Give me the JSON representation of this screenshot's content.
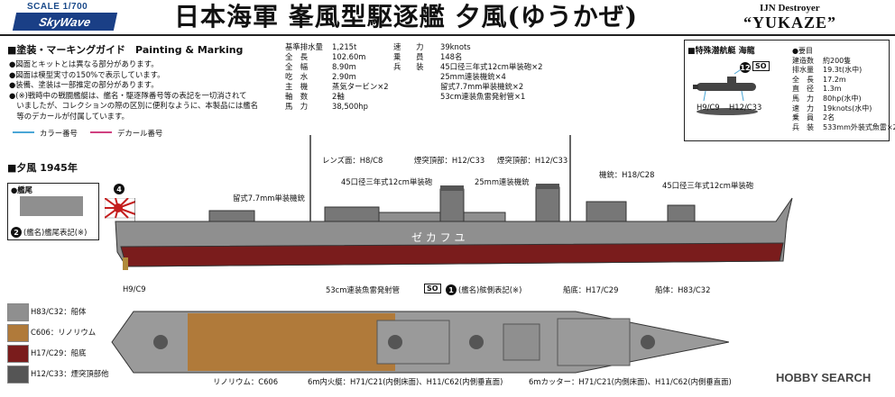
{
  "header": {
    "scale": "SCALE 1/700",
    "brand": "SkyWave",
    "title": "日本海軍 峯風型駆逐艦 夕風(ゆうかぜ)",
    "subtitle_en": "IJN Destroyer",
    "ship_en": "“YUKAZE”"
  },
  "painting_section": {
    "heading": "■塗装・マーキングガイド　Painting & Marking",
    "notes": [
      "●図面とキットとは異なる部分があります。",
      "●図面は模型実寸の150%で表示しています。",
      "●装備、塗装は一部推定の部分があります。",
      "●(※)戦時中の戦闘艦艇は、艦名・駆逐隊番号等の表記を一切消されて",
      "　いましたが、コレクションの際の区別に便利なように、本製品には艦名",
      "　等のデカールが付属しています。"
    ],
    "legend_color": "カラー番号",
    "legend_decal": "デカール番号"
  },
  "specs_left": [
    {
      "k": "基準排水量",
      "v": "1,215t"
    },
    {
      "k": "全　長",
      "v": "102.60m"
    },
    {
      "k": "全　幅",
      "v": "8.90m"
    },
    {
      "k": "吃　水",
      "v": "2.90m"
    },
    {
      "k": "主　機",
      "v": "蒸気タービン×2"
    },
    {
      "k": "軸　数",
      "v": "2軸"
    },
    {
      "k": "馬　力",
      "v": "38,500hp"
    }
  ],
  "specs_right": [
    {
      "k": "速　　力",
      "v": "39knots"
    },
    {
      "k": "乗　　員",
      "v": "148名"
    },
    {
      "k": "兵　　装",
      "v": "45口径三年式12cm単装砲×2"
    },
    {
      "k": "",
      "v": "25mm連装機銃×4"
    },
    {
      "k": "",
      "v": "留式7.7mm単装機銃×2"
    },
    {
      "k": "",
      "v": "53cm連装魚雷発射管×1"
    }
  ],
  "subsection": {
    "title": "■特殊潜航艇 海龍",
    "spec_heading": "●要目",
    "specs": [
      {
        "k": "建造数",
        "v": "約200隻"
      },
      {
        "k": "排水量",
        "v": "19.3t(水中)"
      },
      {
        "k": "全　長",
        "v": "17.2m"
      },
      {
        "k": "直　径",
        "v": "1.3m"
      },
      {
        "k": "馬　力",
        "v": "80hp(水中)"
      },
      {
        "k": "速　力",
        "v": "19knots(水中)"
      },
      {
        "k": "乗　員",
        "v": "2名"
      },
      {
        "k": "兵　装",
        "v": "533mm外装式魚雷×2"
      }
    ],
    "decal_num": "12",
    "so_label": "SO",
    "label_h9": "H9/C9",
    "label_h12": "H12/C33"
  },
  "ship_section": {
    "heading": "■夕風 1945年",
    "stern_box_title": "●艦尾",
    "stern_caption": "(艦名)艦尾表記(※)",
    "stern_marker": "2",
    "flag_marker": "4",
    "hull_name": "ゼ カ フ ユ"
  },
  "callouts": {
    "lens": "レンズ面：H8/C8",
    "funnel1": "煙突頂部：H12/C33",
    "funnel2": "煙突頂部：H12/C33",
    "mg77": "留式7.7mm単装機銃",
    "gun_fwd_aft": "45口径三年式12cm単装砲",
    "mg25": "25mm連装機銃",
    "mg_h18": "機銃：H18/C28",
    "gun_bow": "45口径三年式12cm単装砲",
    "h9": "H9/C9",
    "torpedo": "53cm連装魚雷発射管",
    "so_label": "SO",
    "hull_side_marker": "1",
    "hull_side": "(艦名)舷側表記(※)",
    "bottom": "船底：H17/C29",
    "hull": "船体：H83/C32",
    "linoleum": "リノリウム：C606",
    "boat6m_fire": "6m内火艇：H71/C21(内側床面)、H11/C62(内側垂直面)",
    "boat6m_cutter": "6mカッター：H71/C21(内側床面)、H11/C62(内側垂直面)"
  },
  "swatches": [
    {
      "color": "#8f8f8f",
      "label": "H83/C32：船体"
    },
    {
      "color": "#b07a3a",
      "label": "C606：リノリウム"
    },
    {
      "color": "#7a1c1c",
      "label": "H17/C29：船底"
    },
    {
      "color": "#555555",
      "label": "H12/C33：煙突頂部他"
    }
  ],
  "watermark": "HOBBY SEARCH"
}
